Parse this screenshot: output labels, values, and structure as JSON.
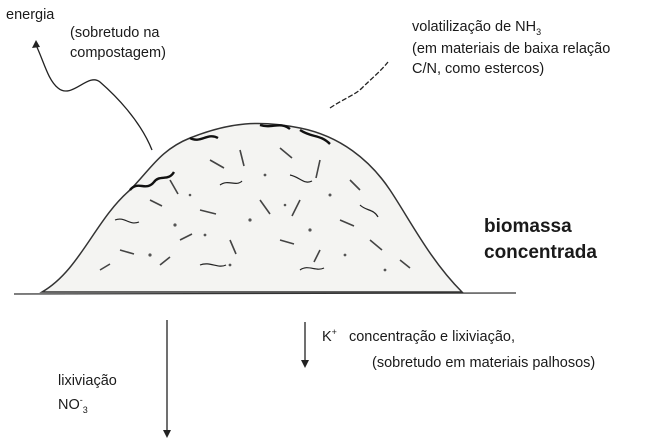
{
  "labels": {
    "energia": "energia",
    "energia_note_1": "(sobretudo na",
    "energia_note_2": "compostagem)",
    "volat_main": "volatilização de NH",
    "volat_sub": "3",
    "volat_note_1": "(em materiais de baixa relação",
    "volat_note_2": "C/N, como estercos)",
    "biomassa_1": "biomassa",
    "biomassa_2": "concentrada",
    "k_symbol": "K",
    "k_sup": "+",
    "k_text": "concentração e lixiviação,",
    "k_note": "(sobretudo em materiais palhosos)",
    "lix": "lixiviação",
    "no3": "NO",
    "no3_sup": "-",
    "no3_sub": "3"
  }
}
